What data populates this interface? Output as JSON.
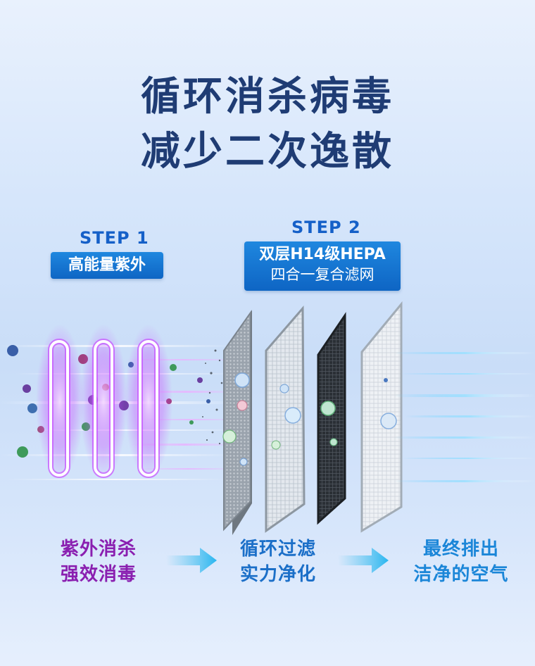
{
  "headline": {
    "line1": "循环消杀病毒",
    "line2": "减少二次逸散"
  },
  "step1": {
    "label": "STEP 1",
    "badge": "高能量紫外"
  },
  "step2": {
    "label": "STEP 2",
    "badge_line1": "双层H14级HEPA",
    "badge_line2": "四合一复合滤网"
  },
  "captions": {
    "stage1_line1": "紫外消杀",
    "stage1_line2": "强效消毒",
    "stage2_line1": "循环过滤",
    "stage2_line2": "实力净化",
    "stage3_line1": "最终排出",
    "stage3_line2": "洁净的空气"
  },
  "icons": {
    "uv_lamps": "uv-lamp-icon",
    "filters": "hepa-filter-icon",
    "arrows": "right-arrow-icon",
    "germs": "virus-icon"
  },
  "colors": {
    "headline": "#1f3c74",
    "step_label": "#1560c8",
    "badge_bg": "#1478d4",
    "uv_glow": "#c850ff",
    "stage1_text": "#8a1fb0",
    "stage2_text": "#1b6fc8",
    "stage3_text": "#1b86d8",
    "arrow": "#4fc3ef"
  }
}
